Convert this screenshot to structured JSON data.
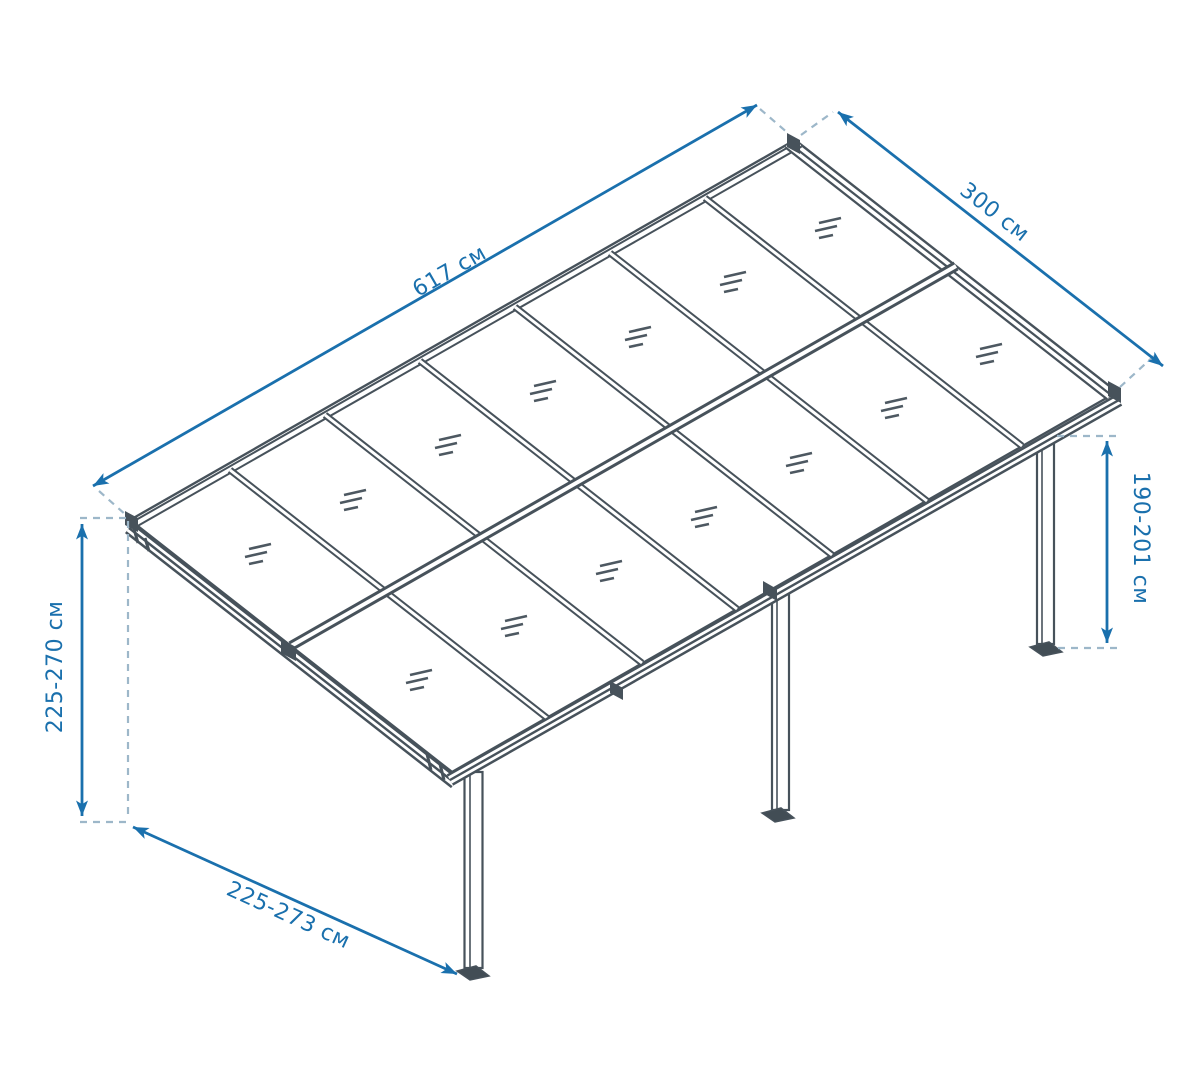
{
  "diagram": {
    "type": "patio-canopy-dimension-drawing",
    "units": "см",
    "dimensions": {
      "width_back": "617 см",
      "depth_roof": "300 см",
      "height_front_post": "190-201 см",
      "height_back": "225-270 см",
      "depth_ground": "225-273 см"
    },
    "structure": {
      "panel_columns": 7,
      "panel_rows": 2,
      "panels_total": 14,
      "posts": 3
    }
  },
  "colors": {
    "line": "#47525b",
    "blue": "#1a70ad",
    "dash": "#9db7c9",
    "plate": "#424d55",
    "bg": "#ffffff"
  }
}
